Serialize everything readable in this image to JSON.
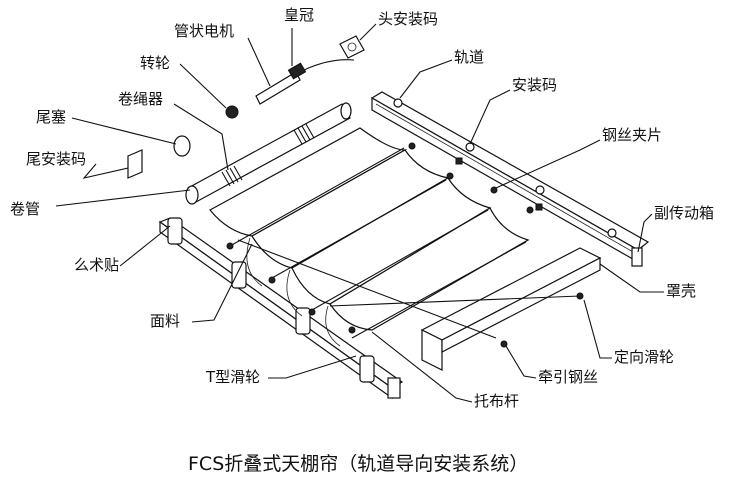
{
  "caption": "FCS折叠式天棚帘（轨道导向安装系统）",
  "labels": {
    "crown": "皇冠",
    "tube_motor": "管状电机",
    "head_bracket": "头安装码",
    "wheel": "转轮",
    "track": "轨道",
    "rope_winder": "卷绳器",
    "mount_bracket": "安装码",
    "tail_plug": "尾塞",
    "wire_clip": "钢丝夹片",
    "tail_bracket": "尾安装码",
    "roller_tube": "卷管",
    "secondary_box": "副传动箱",
    "velcro": "么术贴",
    "cover": "罩壳",
    "fabric": "面料",
    "guide_pulley": "定向滑轮",
    "t_pulley": "T型滑轮",
    "traction_wire": "牵引钢丝",
    "support_rod": "托布杆"
  }
}
